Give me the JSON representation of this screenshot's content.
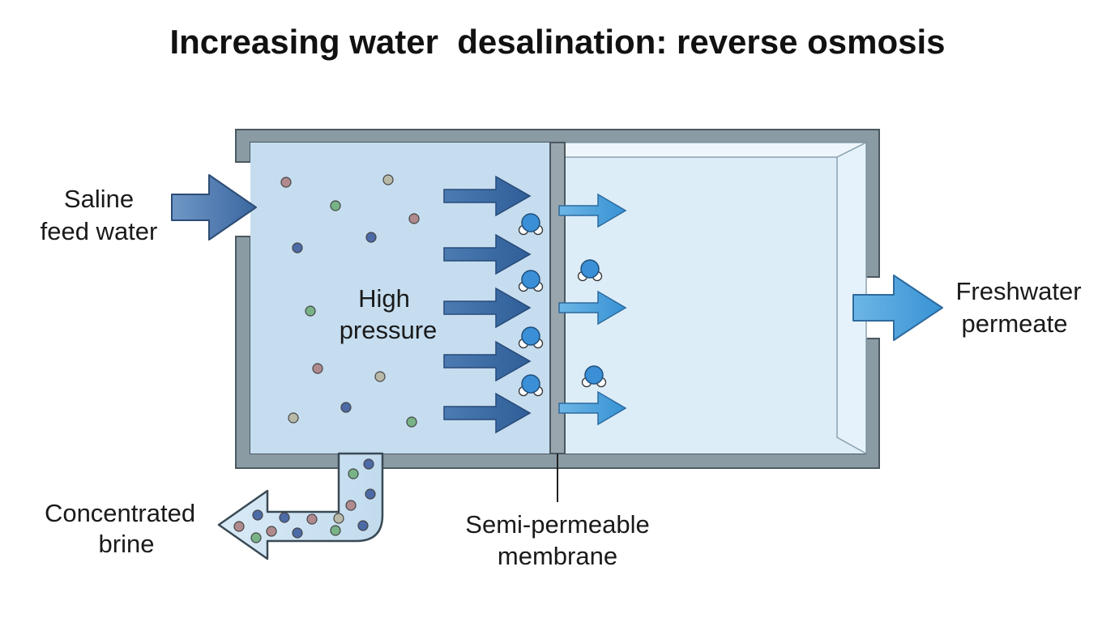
{
  "title": "Increasing water  desalination: reverse osmosis",
  "labels": {
    "feed_line1": "Saline",
    "feed_line2": "feed water",
    "pressure_line1": "High",
    "pressure_line2": "pressure",
    "permeate_line1": "Freshwater",
    "permeate_line2": "permeate",
    "brine_line1": "Concentrated",
    "brine_line2": "brine",
    "membrane_line1": "Semi-permeable",
    "membrane_line2": "membrane"
  },
  "colors": {
    "tank_wall": "#8a9ba3",
    "saline_water": "#c5ddef",
    "fresh_water": "#dcedf8",
    "arrow_dark": "#3f6ea6",
    "arrow_light": "#4a9fdc",
    "molecule": "#3a8fd6",
    "salt_red": "#b08a8e",
    "salt_green": "#77b386",
    "salt_blue": "#4b6aa6",
    "salt_grey": "#b9b9a8"
  }
}
